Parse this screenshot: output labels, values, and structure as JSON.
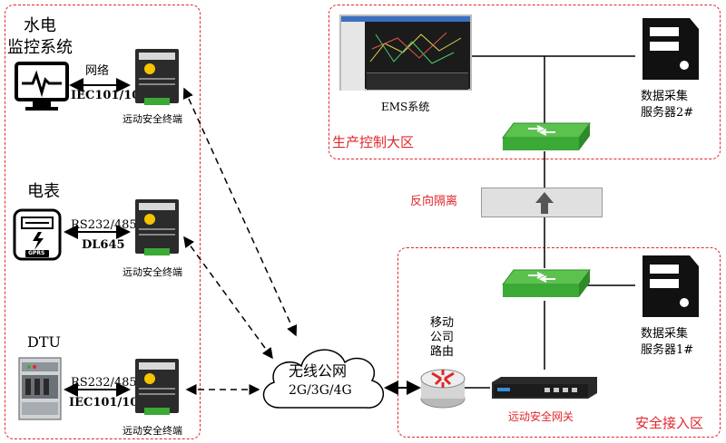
{
  "zones": {
    "production": "生产控制大区",
    "safe_access": "安全接入区"
  },
  "left_devices": [
    {
      "title_line1": "水电",
      "title_line2": "监控系统",
      "link_top": "网络",
      "link_bottom": "IEC101/104",
      "terminal": "远动安全终端",
      "icon": "monitor-icon"
    },
    {
      "title_line1": "电表",
      "title_line2": "",
      "link_top": "RS232/485",
      "link_bottom": "DL645",
      "terminal": "远动安全终端",
      "icon": "meter-icon"
    },
    {
      "title_line1": "DTU",
      "title_line2": "",
      "link_top": "RS232/485",
      "link_bottom": "IEC101/104",
      "terminal": "远动安全终端",
      "icon": "cabinet-icon"
    }
  ],
  "meter_badge": "GPRS",
  "cloud": {
    "line1": "无线公网",
    "line2": "2G/3G/4G"
  },
  "router": {
    "line1": "移动",
    "line2": "公司",
    "line3": "路由"
  },
  "gateway_label": "远动安全网关",
  "ems_label": "EMS系统",
  "server_top": {
    "line1": "数据采集",
    "line2": "服务器2#"
  },
  "server_bottom": {
    "line1": "数据采集",
    "line2": "服务器1#"
  },
  "isolation_label": "反向隔离",
  "colors": {
    "zone": "#e0262b",
    "switch": "#3aa935",
    "accent": "#e0262b"
  }
}
